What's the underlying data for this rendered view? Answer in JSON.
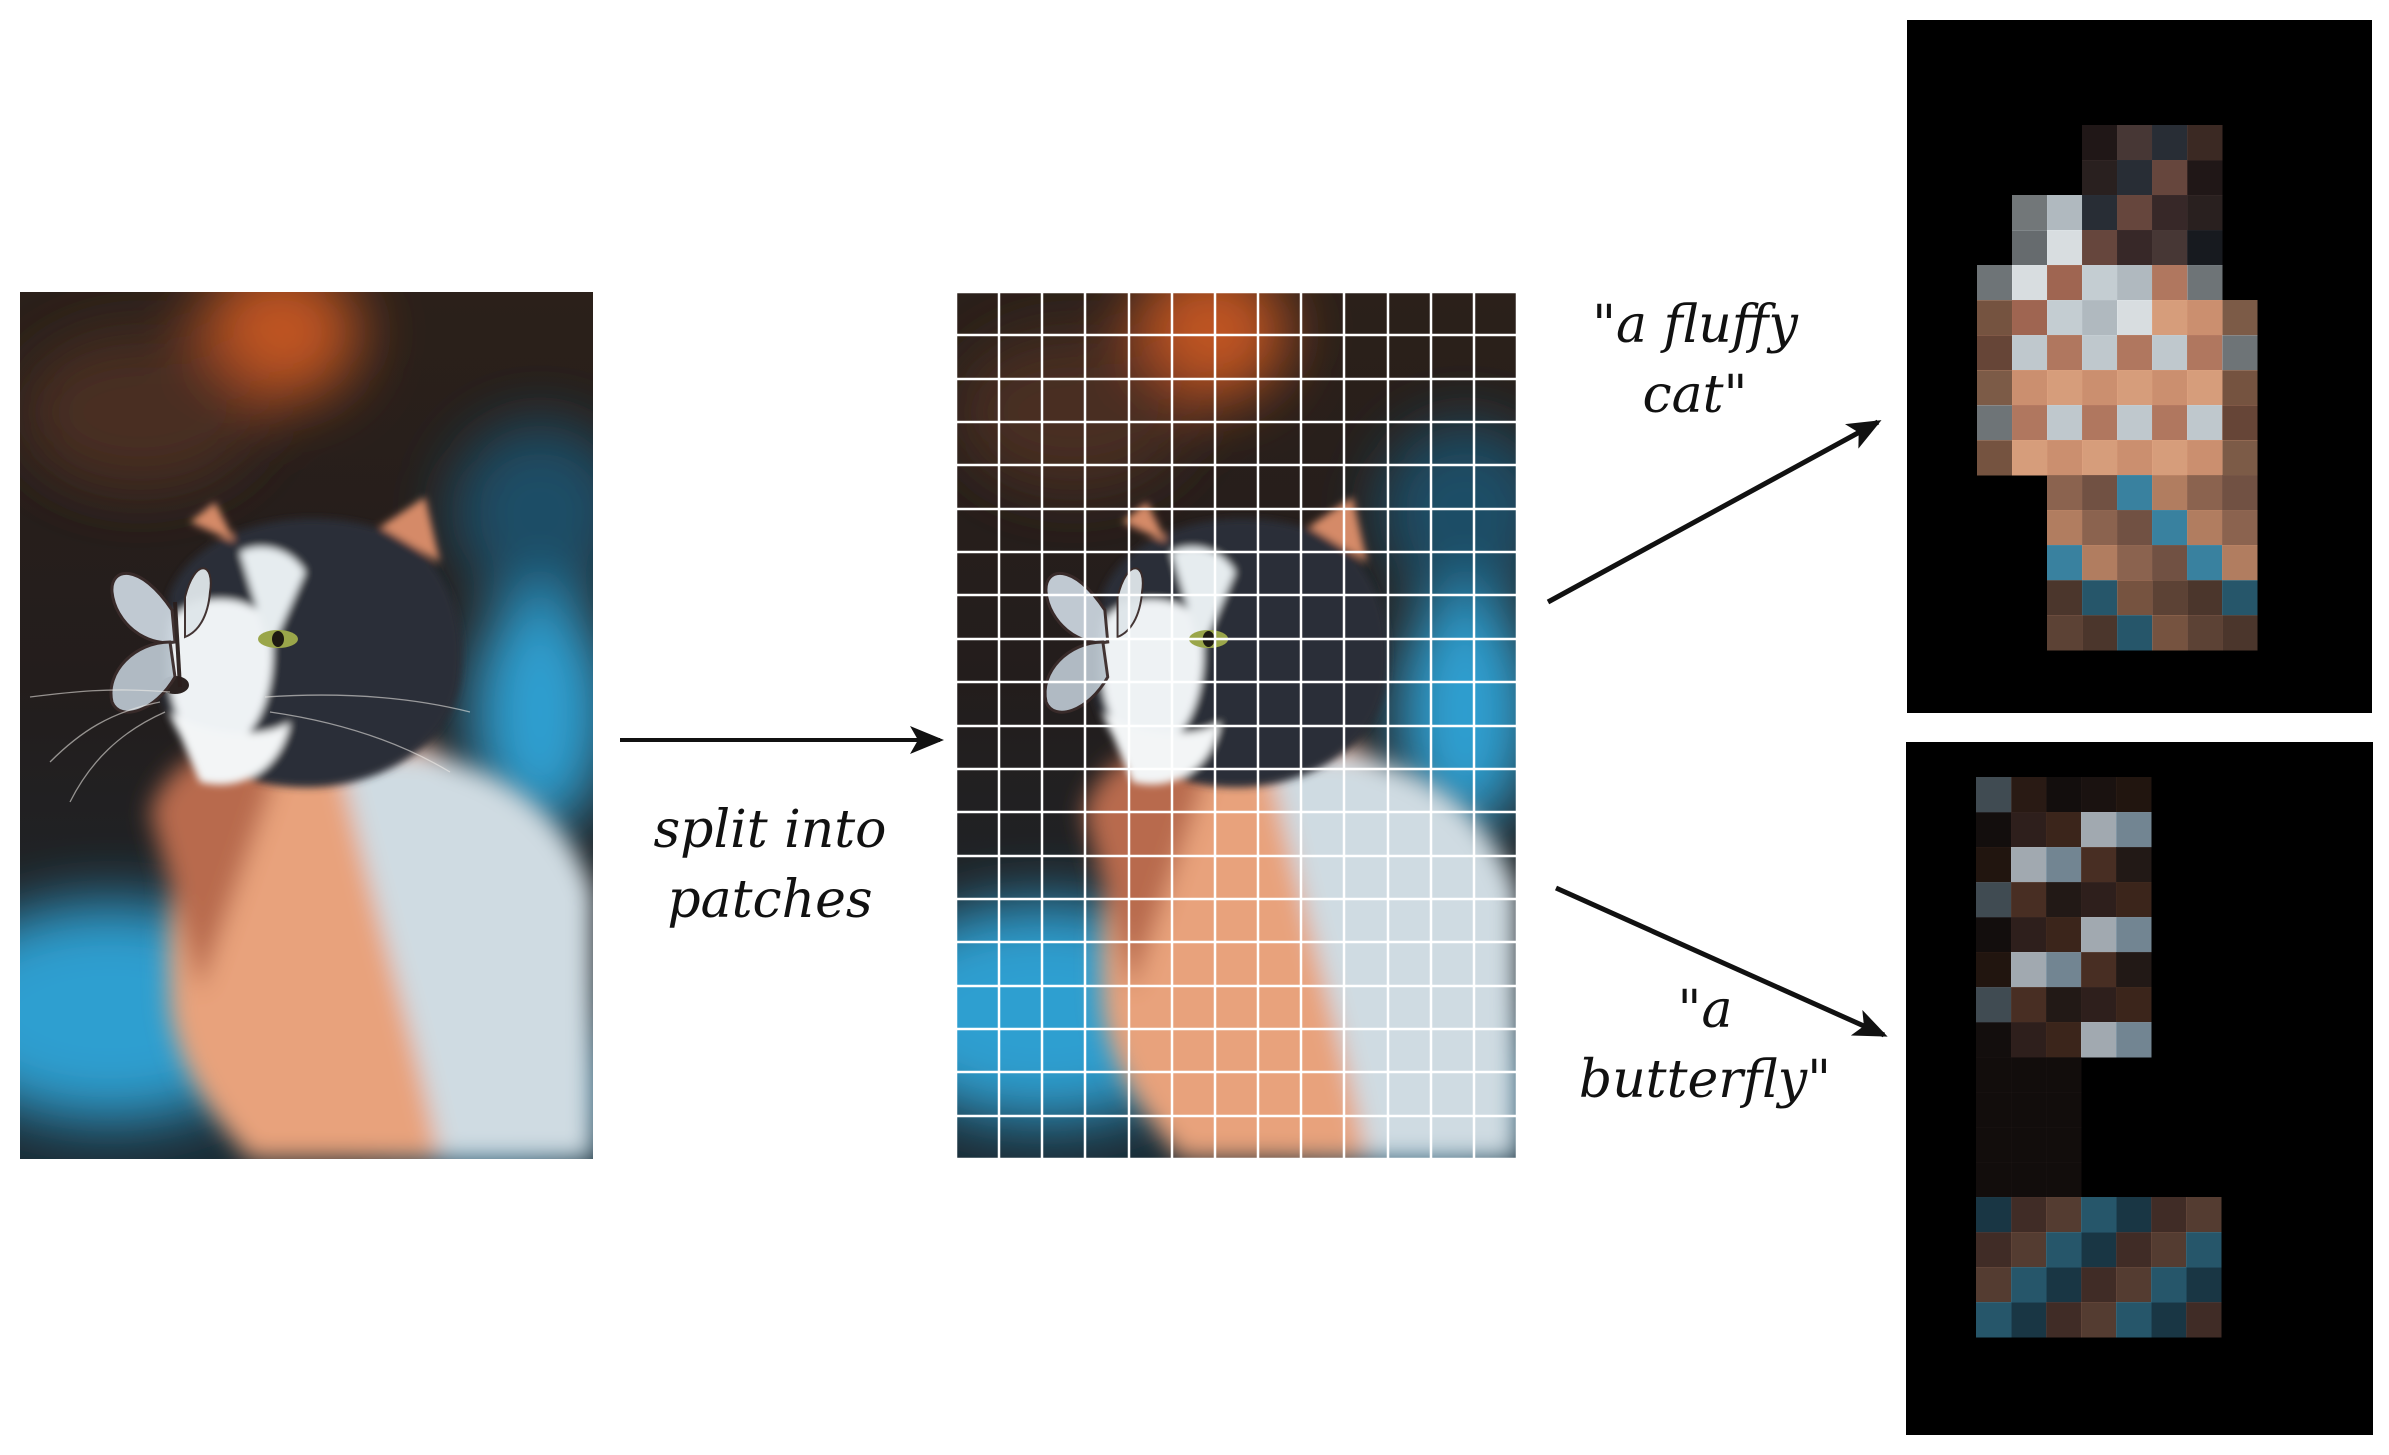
{
  "figure": {
    "captions": {
      "split": [
        "split into",
        "patches"
      ],
      "cat_query": [
        "\"a fluffy",
        "cat\""
      ],
      "butterfly_query": [
        "\"a",
        "butterfly\""
      ]
    },
    "panels": {
      "original": "original photo of a fluffy cat with a butterfly on its nose",
      "patched": "same photo divided into a grid of patches",
      "cat_mask": "patches matching the cat kept, others blacked out",
      "butterfly_mask": "patches matching the butterfly kept, others blacked out"
    },
    "grid": {
      "columns": 13,
      "rows": 20
    },
    "colors": {
      "background": "#ffffff",
      "mask": "#000000",
      "grid_lines": "#ffffff",
      "arrow": "#111111",
      "fur_light": "#dfe6ea",
      "fur_peach": "#e8a27c",
      "fur_dark": "#2a2f38",
      "bokeh_orange": "#c05420",
      "bokeh_blue": "#2f9fd0"
    }
  }
}
